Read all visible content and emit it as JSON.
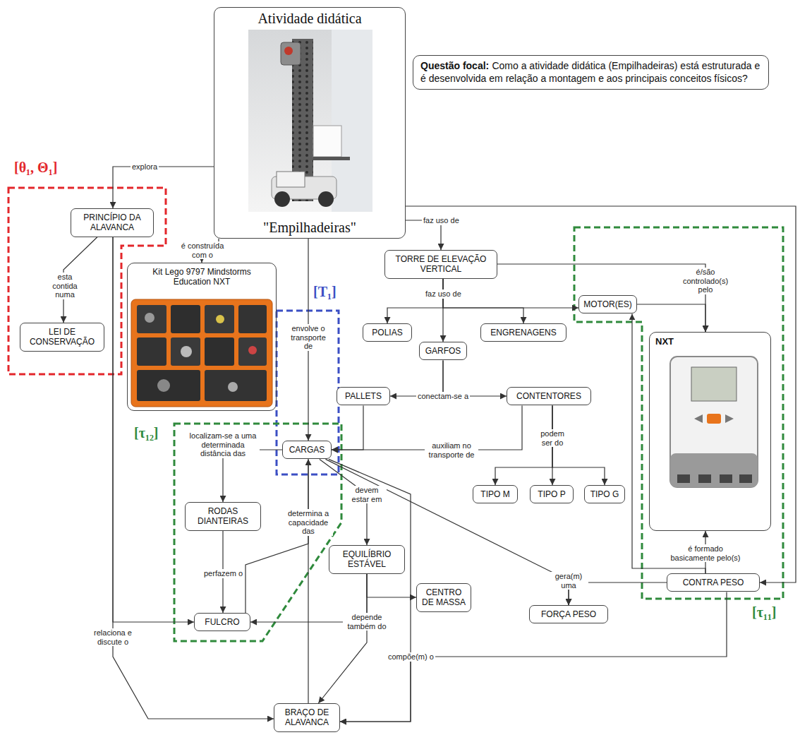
{
  "diagram": {
    "nodes": [
      {
        "text": [
          "Atividade didática",
          "\"Empilhadeiras\""
        ]
      },
      {
        "text": [
          "Questão focal:",
          "Como a atividade didática (Empilhadeiras) está estruturada e é desenvolvida em relação a montagem e aos principais conceitos físicos?"
        ]
      },
      {
        "text": [
          "PRINCÍPIO DA ALAVANCA"
        ]
      },
      {
        "text": [
          "LEI DE CONSERVAÇÃO"
        ]
      },
      {
        "text": [
          "Kit Lego 9797 Mindstorms Education NXT"
        ]
      },
      {
        "text": [
          "TORRE DE ELEVAÇÃO VERTICAL"
        ]
      },
      {
        "text": [
          "MOTOR(ES)"
        ]
      },
      {
        "text": [
          "NXT"
        ]
      },
      {
        "text": [
          "POLIAS"
        ]
      },
      {
        "text": [
          "GARFOS"
        ]
      },
      {
        "text": [
          "ENGRENAGENS"
        ]
      },
      {
        "text": [
          "PALLETS"
        ]
      },
      {
        "text": [
          "CONTENTORES"
        ]
      },
      {
        "text": [
          "CARGAS"
        ]
      },
      {
        "text": [
          "TIPO M"
        ]
      },
      {
        "text": [
          "TIPO P"
        ]
      },
      {
        "text": [
          "TIPO G"
        ]
      },
      {
        "text": [
          "RODAS DIANTEIRAS"
        ]
      },
      {
        "text": [
          "EQUILÍBRIO ESTÁVEL"
        ]
      },
      {
        "text": [
          "CONTRA PESO"
        ]
      },
      {
        "text": [
          "FORÇA PESO"
        ]
      },
      {
        "text": [
          "FULCRO"
        ]
      },
      {
        "text": [
          "CENTRO DE MASSA"
        ]
      },
      {
        "text": [
          "BRAÇO DE ALAVANCA"
        ]
      }
    ],
    "edges": [
      {
        "from": 0,
        "to": 2,
        "label": "explora",
        "arrow": "to"
      },
      {
        "from": 2,
        "to": 3,
        "label": "esta contida numa",
        "arrow": "to"
      },
      {
        "from": 0,
        "to": 4,
        "label": "é construída com o",
        "arrow": "to"
      },
      {
        "from": 0,
        "to": 13,
        "label": "envolve o transporte de",
        "arrow": "to"
      },
      {
        "from": 0,
        "to": 5,
        "label": "faz uso de",
        "arrow": "to"
      },
      {
        "from": 0,
        "to": 19,
        "arrow": "to"
      },
      {
        "from": 5,
        "to": 8,
        "arrow": "to"
      },
      {
        "from": 5,
        "to": 9,
        "label": "faz uso de",
        "arrow": "to"
      },
      {
        "from": 5,
        "to": 10,
        "arrow": "to"
      },
      {
        "from": 5,
        "to": 6,
        "arrow": "to"
      },
      {
        "from": 5,
        "to": 7,
        "label": "é/são controlado(s) pelo",
        "arrow": "to"
      },
      {
        "from": 6,
        "to": 7,
        "arrow": "to"
      },
      {
        "from": 9,
        "to": 11,
        "label": "conectam-se a",
        "arrow": "to"
      },
      {
        "from": 9,
        "to": 12,
        "arrow": "to"
      },
      {
        "from": 11,
        "to": 13,
        "arrow": "to"
      },
      {
        "from": 12,
        "to": 13,
        "label": "auxiliam no transporte de",
        "arrow": "to"
      },
      {
        "from": 12,
        "to": 14,
        "arrow": "to"
      },
      {
        "from": 12,
        "to": 15,
        "label": "podem ser do",
        "arrow": "to"
      },
      {
        "from": 12,
        "to": 16,
        "arrow": "to"
      },
      {
        "from": 19,
        "to": 7,
        "label": "é formado basicamente pelo(s)",
        "arrow": "to"
      },
      {
        "from": 19,
        "to": 6,
        "arrow": "to"
      },
      {
        "from": 13,
        "to": 17,
        "label": "localizam-se a uma determinada distância das",
        "arrow": "to"
      },
      {
        "from": 17,
        "to": 21,
        "label": "perfazem o",
        "arrow": "to"
      },
      {
        "from": 23,
        "to": 13,
        "label": "determina a capacidade das",
        "arrow": "to"
      },
      {
        "from": 21,
        "to": 13,
        "arrow": "to"
      },
      {
        "from": 13,
        "to": 18,
        "label": "devem estar em",
        "arrow": "to"
      },
      {
        "from": 13,
        "to": 20,
        "label": "gera(m) uma",
        "arrow": "to"
      },
      {
        "from": 19,
        "to": 20,
        "arrow": "to"
      },
      {
        "from": 18,
        "to": 21,
        "label": "depende também do",
        "arrow": "to"
      },
      {
        "from": 18,
        "to": 22,
        "arrow": "to"
      },
      {
        "from": 18,
        "to": 23,
        "arrow": "to"
      },
      {
        "from": 13,
        "to": 23,
        "label": "compõe(m) o",
        "arrow": "to"
      },
      {
        "from": 19,
        "to": 23,
        "arrow": "to"
      },
      {
        "from": 2,
        "to": 21,
        "arrow": "to"
      },
      {
        "from": 2,
        "to": 23,
        "label": "relaciona e discute o",
        "arrow": "to"
      }
    ],
    "labels": [
      "[θ₁, Θ₁]",
      "[T₁]",
      "[τ₁₂]",
      "[τ₁₁]"
    ]
  }
}
